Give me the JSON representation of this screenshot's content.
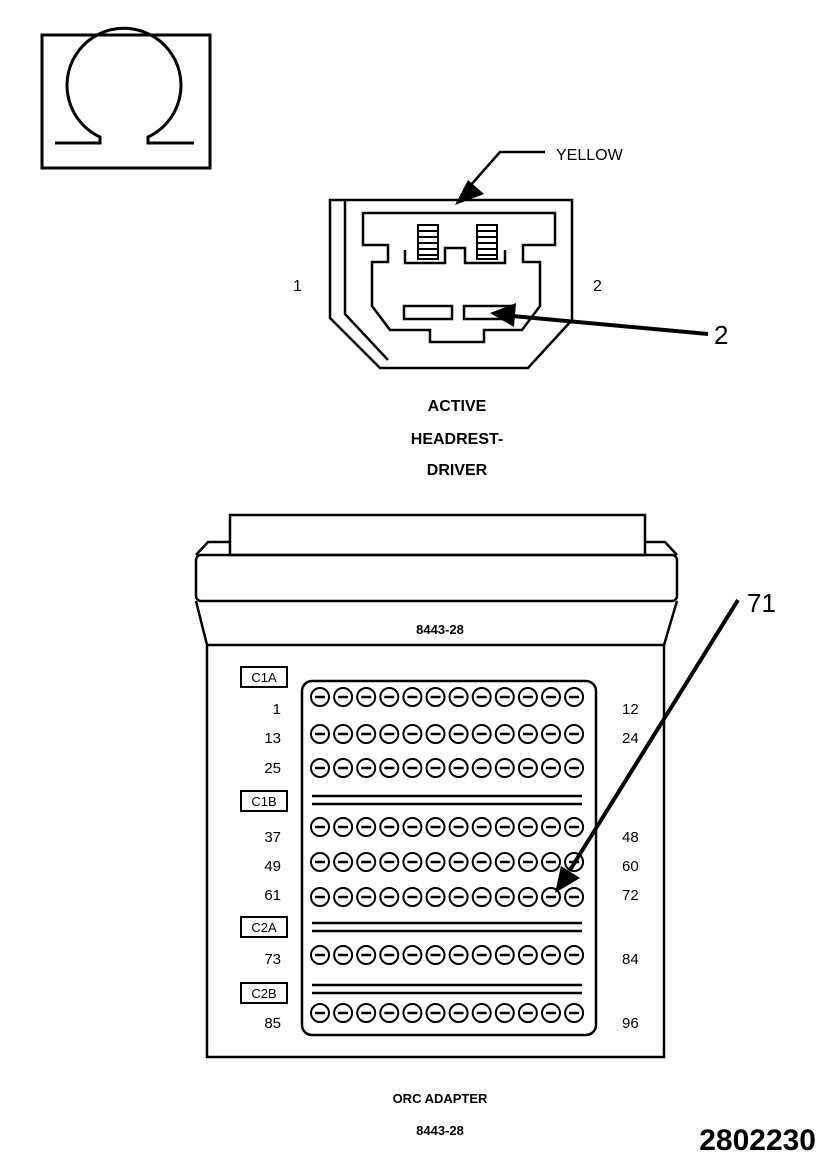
{
  "meter_symbol": "ohm-icon",
  "headrest_connector": {
    "wire_color": "YELLOW",
    "pin_left": "1",
    "pin_right": "2",
    "callout": "2",
    "title_lines": [
      "ACTIVE",
      "HEADREST-",
      "DRIVER"
    ]
  },
  "orc_adapter": {
    "part_number": "8443-28",
    "callout": "71",
    "sections": [
      {
        "label": "C1A",
        "rows": [
          {
            "left": "1",
            "right": "12"
          },
          {
            "left": "13",
            "right": "24"
          },
          {
            "left": "25",
            "right": ""
          }
        ]
      },
      {
        "label": "C1B",
        "rows": [
          {
            "left": "37",
            "right": "48"
          },
          {
            "left": "49",
            "right": "60"
          },
          {
            "left": "61",
            "right": "72"
          }
        ]
      },
      {
        "label": "C2A",
        "rows": [
          {
            "left": "73",
            "right": "84"
          }
        ]
      },
      {
        "label": "C2B",
        "rows": [
          {
            "left": "85",
            "right": "96"
          }
        ]
      }
    ],
    "caption_title": "ORC ADAPTER",
    "caption_part": "8443-28"
  },
  "figure_number": "2802230"
}
